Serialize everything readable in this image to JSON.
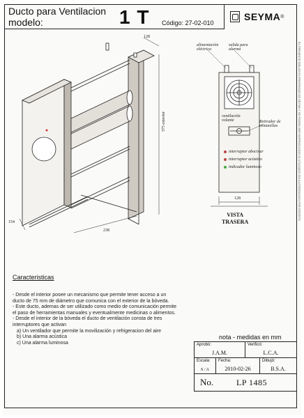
{
  "header": {
    "title_line1": "Ducto para Ventilacion",
    "title_line2": "modelo:",
    "model": "1 T",
    "code": "Código: 27-02-010",
    "brand": "SEYMA",
    "brand_mark": "®"
  },
  "drawing": {
    "labels": {
      "alimentacion": "alimentación eléctrica",
      "salida": "salida para alarma",
      "ventilacion": "ventilación volante",
      "retirador": "Retirador de ventanillas",
      "int_abocinar": "interruptor abocinar",
      "int_acustico": "interruptor acústico",
      "indicador": "indicador luminoso"
    },
    "dims": {
      "depth": "128",
      "height": "375 exterior",
      "width": "238",
      "side": "154",
      "rear_width": "128"
    },
    "view_title_line1": "VISTA",
    "view_title_line2": "TRASERA"
  },
  "caracteristicas": {
    "title": "Caracteristicas",
    "lines": [
      "- Desde el interior posee un mecanismo que permite tener acceso a un",
      "ducto de 75 mm de diámetro que    comunica con el exterior de la bóveda.",
      "- Este ducto, ademas de ser utilizado como medio de comunicación permite",
      "el paso de herramientas manuales  y eventualmente medicinas o alimentos.",
      "- Desde el interior de la bóveda el ducto de ventilación consta de tres",
      "interruptores que activan"
    ],
    "items": [
      "a)  Un ventilador que permite la movilización y refrigeracion del aire",
      "b) Una alarma acústica",
      "c) Una alarma luminosa"
    ]
  },
  "title_block": {
    "nota": "nota - medidas en mm",
    "aprobo_label": "Aprobó:",
    "aprobo_value": "J.A.M.",
    "verifico_label": "Verificó:",
    "verifico_value": "L.C.A.",
    "escala_label": "Escala:",
    "escala_value": "S / A",
    "fecha_label": "Fecha:",
    "fecha_value": "2010-02-26",
    "dibujo_label": "Dibujó:",
    "dibujo_value": "B.S.A.",
    "no_label": "No.",
    "no_value": "LP 1485"
  },
  "side_note": "EL PRESENTE DIBUJO ES PROPIEDAD DE SEYMA Y NO PODRA SER REPRODUCIDO NI UTILIZADO SIN AUTORIZACION POR ESCRITO"
}
